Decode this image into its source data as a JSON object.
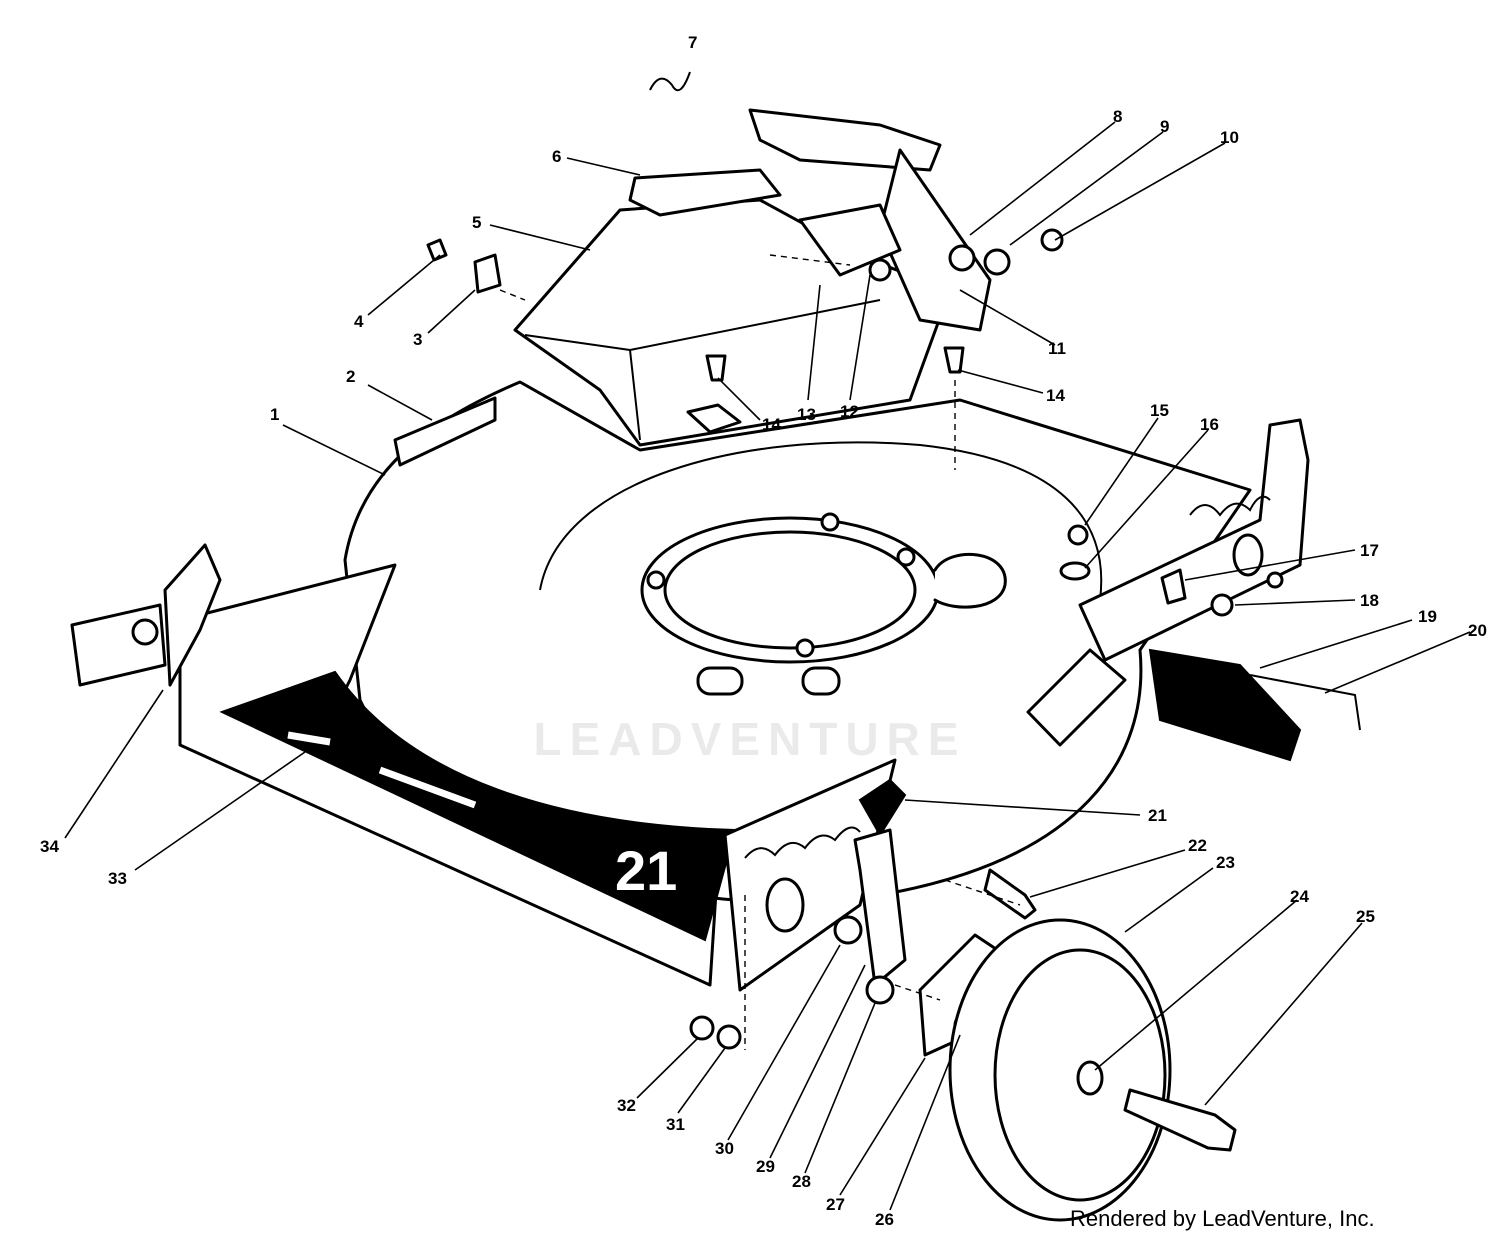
{
  "diagram": {
    "callouts": [
      {
        "id": "1",
        "label": "1"
      },
      {
        "id": "2",
        "label": "2"
      },
      {
        "id": "3",
        "label": "3"
      },
      {
        "id": "4",
        "label": "4"
      },
      {
        "id": "5",
        "label": "5"
      },
      {
        "id": "6",
        "label": "6"
      },
      {
        "id": "7",
        "label": "7"
      },
      {
        "id": "8",
        "label": "8"
      },
      {
        "id": "9",
        "label": "9"
      },
      {
        "id": "10",
        "label": "10"
      },
      {
        "id": "11",
        "label": "11"
      },
      {
        "id": "12",
        "label": "12"
      },
      {
        "id": "13",
        "label": "13"
      },
      {
        "id": "14a",
        "label": "14"
      },
      {
        "id": "14b",
        "label": "14"
      },
      {
        "id": "15",
        "label": "15"
      },
      {
        "id": "16",
        "label": "16"
      },
      {
        "id": "17",
        "label": "17"
      },
      {
        "id": "18",
        "label": "18"
      },
      {
        "id": "19",
        "label": "19"
      },
      {
        "id": "20",
        "label": "20"
      },
      {
        "id": "21",
        "label": "21"
      },
      {
        "id": "22",
        "label": "22"
      },
      {
        "id": "23",
        "label": "23"
      },
      {
        "id": "24",
        "label": "24"
      },
      {
        "id": "25",
        "label": "25"
      },
      {
        "id": "26",
        "label": "26"
      },
      {
        "id": "27",
        "label": "27"
      },
      {
        "id": "28",
        "label": "28"
      },
      {
        "id": "29",
        "label": "29"
      },
      {
        "id": "30",
        "label": "30"
      },
      {
        "id": "31",
        "label": "31"
      },
      {
        "id": "32",
        "label": "32"
      },
      {
        "id": "33",
        "label": "33"
      },
      {
        "id": "34",
        "label": "34"
      }
    ],
    "deck_marking": "21",
    "watermark": "LEADVENTURE",
    "credit": "Rendered by LeadVenture, Inc."
  }
}
